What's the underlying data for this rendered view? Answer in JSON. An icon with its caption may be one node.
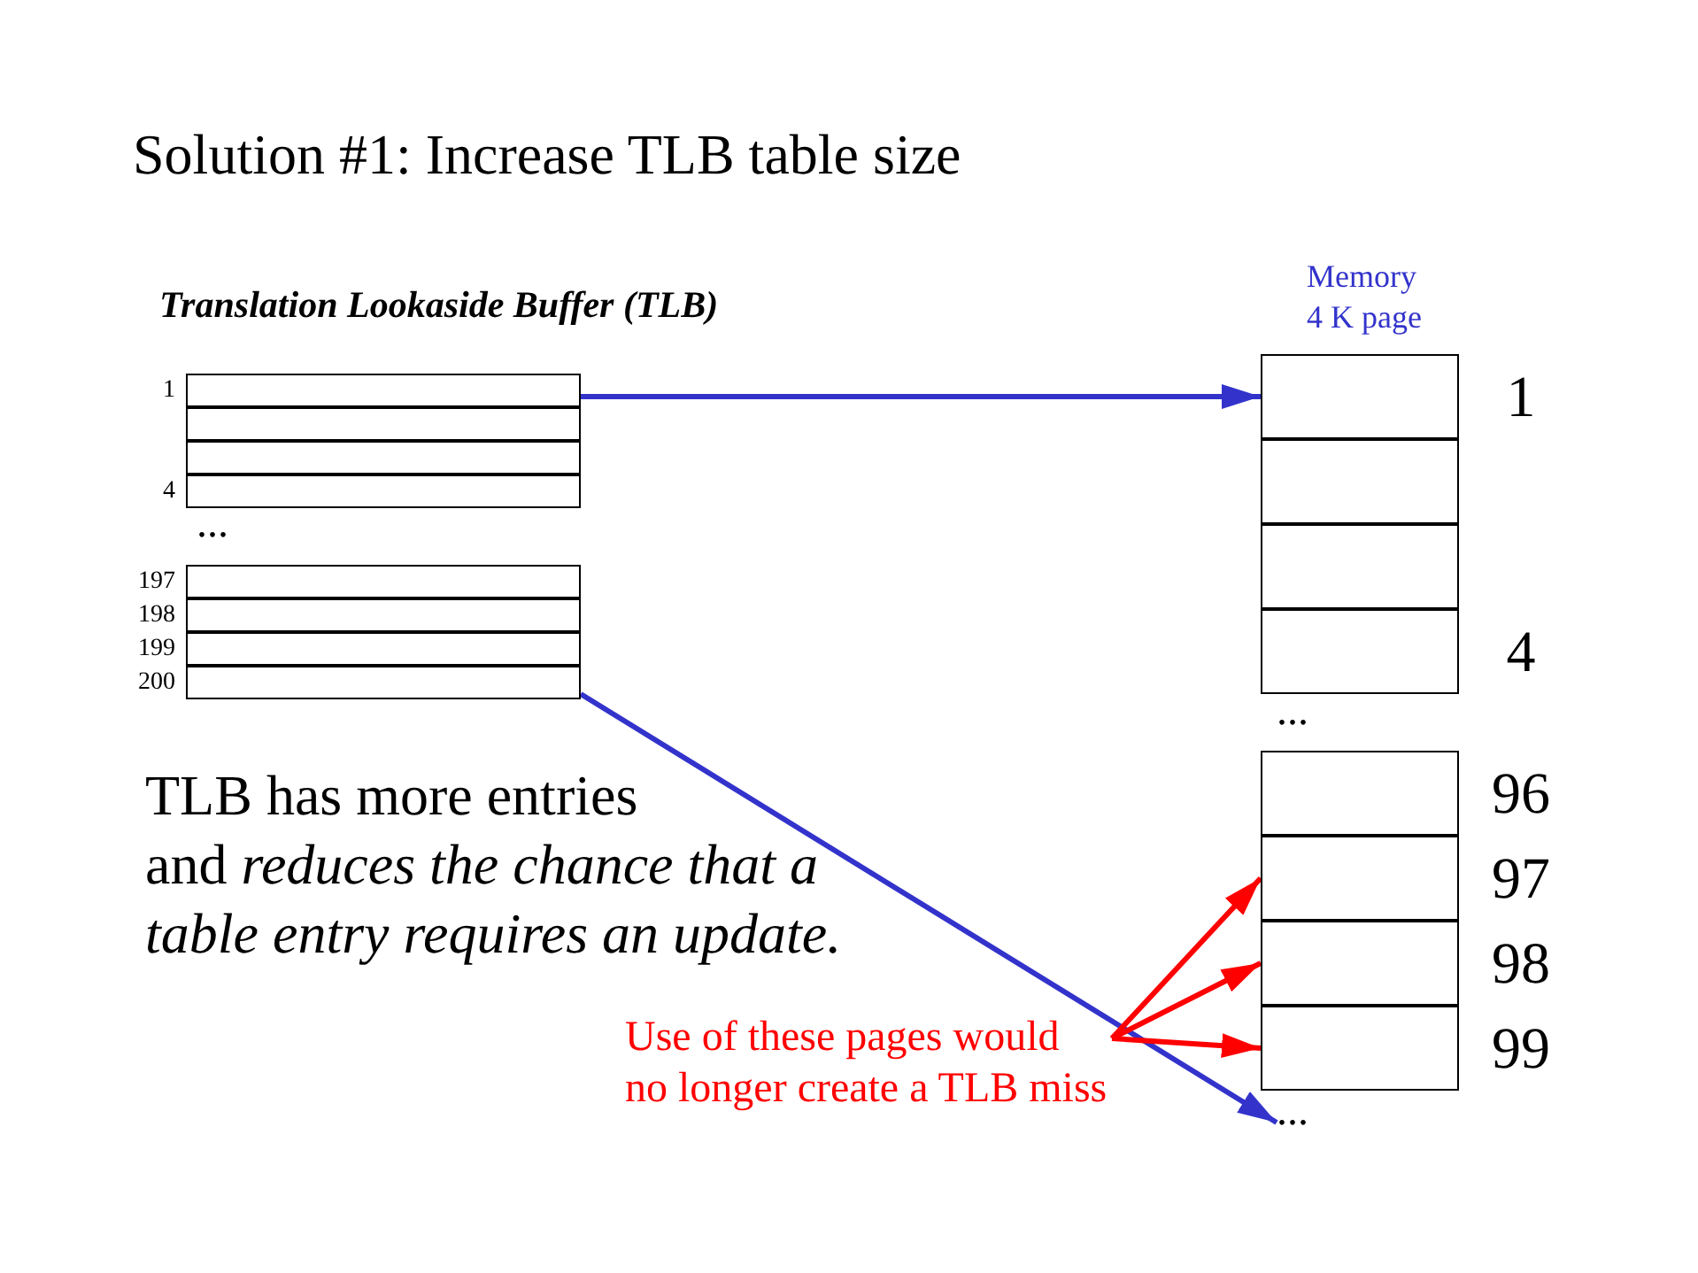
{
  "diagram": {
    "title": "Solution #1: Increase TLB table size",
    "nodes": [
      {
        "text": [],
        "shape": "box",
        "beside": [
          "1"
        ]
      },
      {
        "text": [],
        "shape": "box"
      },
      {
        "text": [],
        "shape": "box"
      },
      {
        "text": [],
        "shape": "box",
        "beside": [
          "4"
        ]
      },
      {
        "text": [],
        "shape": "box",
        "beside": [
          "197"
        ]
      },
      {
        "text": [],
        "shape": "box",
        "beside": [
          "198"
        ]
      },
      {
        "text": [],
        "shape": "box",
        "beside": [
          "199"
        ]
      },
      {
        "text": [],
        "shape": "box",
        "beside": [
          "200"
        ]
      },
      {
        "text": [],
        "shape": "box",
        "beside": [
          "1"
        ]
      },
      {
        "text": [],
        "shape": "box"
      },
      {
        "text": [],
        "shape": "box"
      },
      {
        "text": [],
        "shape": "box",
        "beside": [
          "4"
        ]
      },
      {
        "text": [],
        "shape": "box",
        "beside": [
          "96"
        ]
      },
      {
        "text": [],
        "shape": "box",
        "beside": [
          "97"
        ]
      },
      {
        "text": [],
        "shape": "box",
        "beside": [
          "98"
        ]
      },
      {
        "text": [],
        "shape": "box",
        "beside": [
          "99"
        ]
      },
      {
        "text": [
          "..."
        ]
      },
      {
        "text": [
          "Use of these pages would no longer create a TLB miss"
        ]
      }
    ],
    "edges": [
      {
        "from": 0,
        "to": 8,
        "arrow": "to",
        "color": "#3333cc"
      },
      {
        "from": 7,
        "to": 16,
        "arrow": "to",
        "color": "#3333cc"
      },
      {
        "from": 17,
        "to": 13,
        "arrow": "to",
        "color": "#ff0000"
      },
      {
        "from": 17,
        "to": 14,
        "arrow": "to",
        "color": "#ff0000"
      },
      {
        "from": 17,
        "to": 15,
        "arrow": "to",
        "color": "#ff0000"
      }
    ],
    "labels": [
      "Translation Lookaside Buffer (TLB)",
      "Memory 4 K page",
      "...",
      "...",
      "TLB has more entries",
      "and *reduces the chance that a table entry requires an update.*"
    ]
  }
}
